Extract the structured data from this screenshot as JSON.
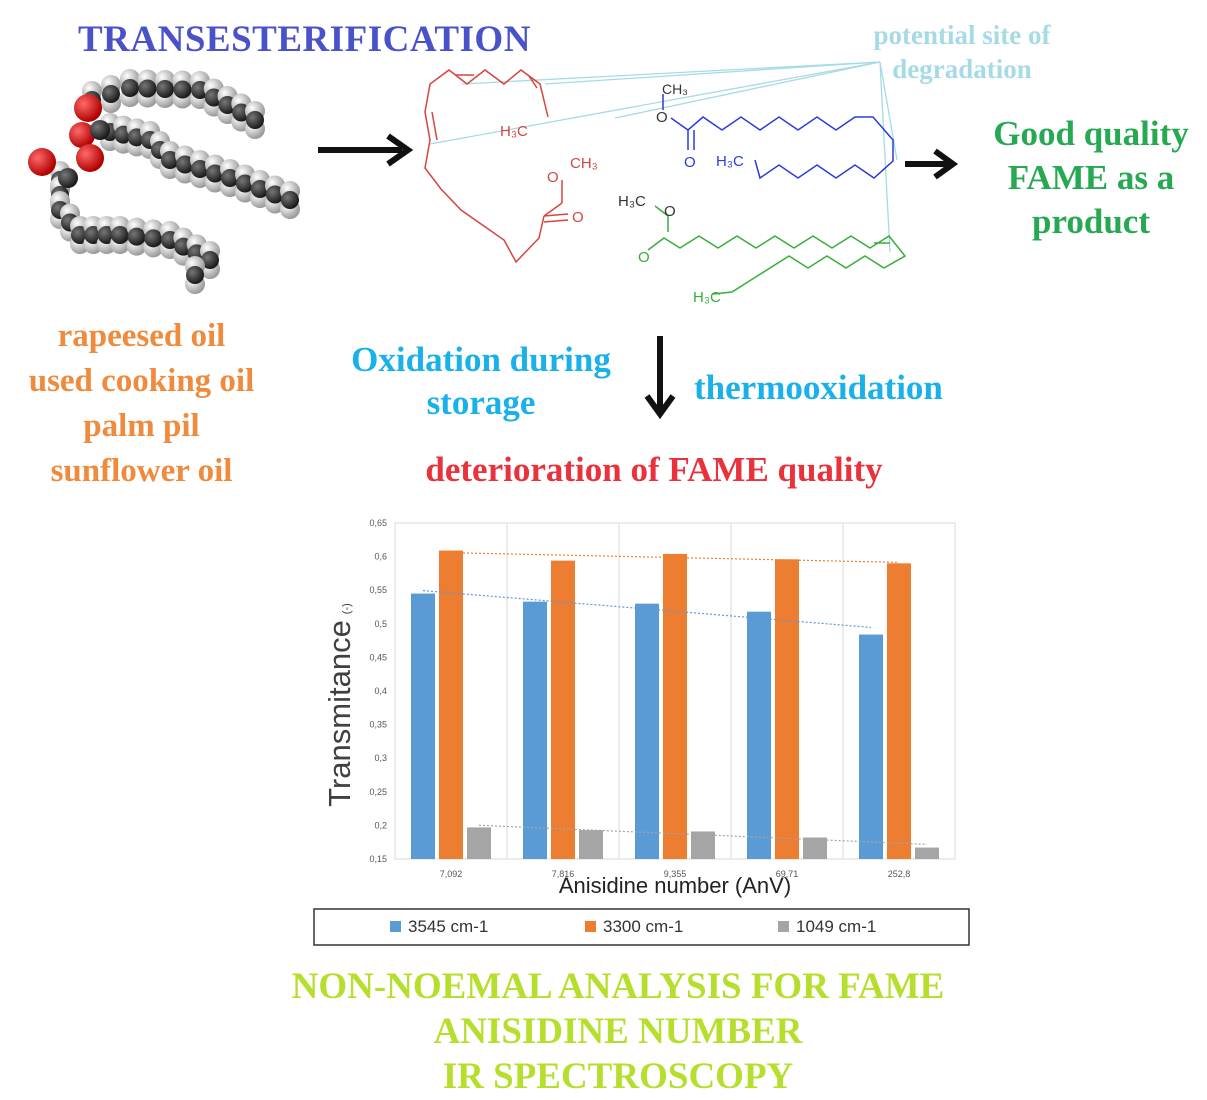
{
  "colors": {
    "title": "#4a52c9",
    "site_note": "#a6dbe6",
    "product": "#27a852",
    "feedstock": "#f08a3c",
    "oxidation": "#1ab0ea",
    "deterioration": "#e8323c",
    "methods": "#b6df2d",
    "chain_red": "#d6453f",
    "chain_blue": "#2b3bd9",
    "chain_green": "#39ad38",
    "oxygen": "#e11818",
    "carbon": "#2b2b2b",
    "hydrogen": "#eeeeee",
    "arrow": "#111111"
  },
  "labels": {
    "title": "TRANSESTERIFICATION",
    "site_note": [
      "potential site of",
      "degradation"
    ],
    "product": [
      "Good quality",
      "FAME as a",
      "product"
    ],
    "feedstocks": [
      "rapeesed oil",
      "used cooking oil",
      "palm pil",
      "sunflower oil"
    ],
    "oxidation": [
      "Oxidation during",
      "storage"
    ],
    "thermooxidation": "thermooxidation",
    "deterioration": "deterioration of FAME quality",
    "methods": [
      "NON-NOEMAL ANALYSIS FOR FAME",
      "ANISIDINE NUMBER",
      "IR SPECTROSCOPY"
    ]
  },
  "molecule_labels": {
    "red_h3c": "H₃C",
    "red_ch3": "CH₃",
    "red_o1": "O",
    "red_o2": "O",
    "blue_ch3": "CH₃",
    "blue_h3c": "H₃C",
    "blue_o1": "O",
    "blue_o2": "O",
    "green_h3c_top": "H₃C",
    "green_h3c_bottom": "H₃C",
    "green_o1": "O",
    "green_o2": "O"
  },
  "chart_data": {
    "type": "bar",
    "categories": [
      "7,092",
      "7,816",
      "9,355",
      "69,71",
      "252,8"
    ],
    "series": [
      {
        "name": "3545 cm-1",
        "color": "#5b9bd5",
        "values": [
          0.545,
          0.533,
          0.53,
          0.518,
          0.484
        ]
      },
      {
        "name": "3300 cm-1",
        "color": "#ed7d31",
        "values": [
          0.609,
          0.594,
          0.604,
          0.596,
          0.59
        ]
      },
      {
        "name": "1049 cm-1",
        "color": "#a5a5a5",
        "values": [
          0.197,
          0.193,
          0.191,
          0.182,
          0.167
        ]
      }
    ],
    "trendlines": true,
    "xlabel": "Anisidine number (AnV)",
    "ylabel": "Transmitance",
    "ylabel_unit": "(-)",
    "ylim": [
      0.15,
      0.65
    ],
    "yticks": [
      "0,15",
      "0,2",
      "0,25",
      "0,3",
      "0,35",
      "0,4",
      "0,45",
      "0,5",
      "0,55",
      "0,6",
      "0,65"
    ],
    "grid": "vertical",
    "legend_position": "bottom"
  }
}
